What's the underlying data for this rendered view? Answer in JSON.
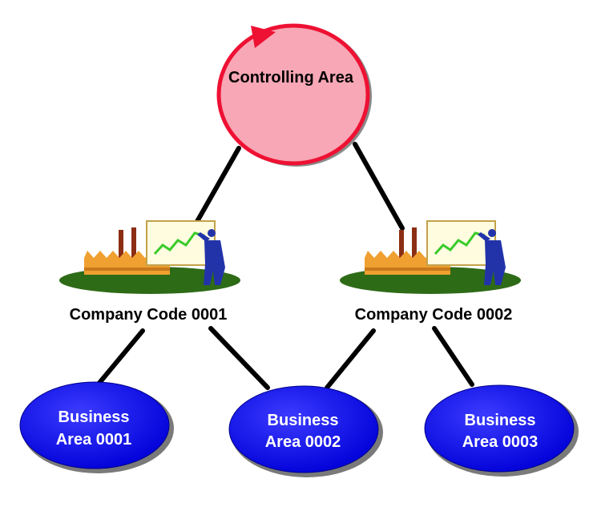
{
  "diagram": {
    "controlling_area": {
      "label": "Controlling Area",
      "fill_color": "#F7A7B5",
      "arrow_color": "#EE1133"
    },
    "company_codes": [
      {
        "label": "Company Code 0001"
      },
      {
        "label": "Company Code 0002"
      }
    ],
    "business_areas": [
      {
        "line1": "Business",
        "line2": "Area 0001"
      },
      {
        "line1": "Business",
        "line2": "Area 0002"
      },
      {
        "line1": "Business",
        "line2": "Area 0003"
      }
    ],
    "colors": {
      "connector": "#000000",
      "business_area_fill": "#0000D8",
      "business_area_text": "#FFFFFF",
      "platform": "#2E6B17",
      "factory": "#F0A030",
      "chimney": "#8B2E14",
      "chart_line": "#3ACB2A",
      "person": "#2233AA"
    }
  }
}
